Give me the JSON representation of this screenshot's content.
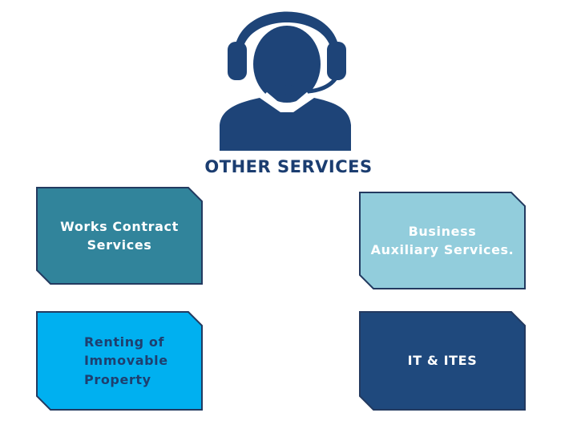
{
  "title": "OTHER SERVICES",
  "icon": "customer-support-headset-icon",
  "colors": {
    "icon": "#1e4478",
    "title": "#1b3d70",
    "works_contract_fill": "#31849b",
    "business_auxiliary_fill": "#92cddc",
    "renting_fill": "#00b0f0",
    "it_ites_fill": "#1f497d",
    "card_border": "#233a60",
    "light_text": "#ffffff",
    "dark_text": "#1e3f6f"
  },
  "cards": {
    "works_contract": "Works Contract\nServices",
    "business_auxiliary": "Business\nAuxiliary Services.",
    "renting": "Renting of\nImmovable\nProperty",
    "it_ites": "IT & ITES"
  }
}
